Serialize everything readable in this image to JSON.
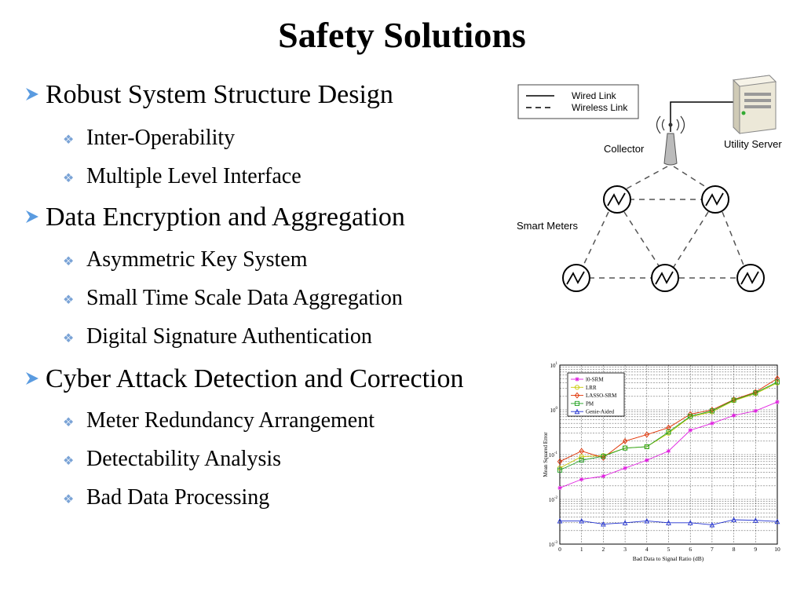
{
  "slide": {
    "title": "Safety Solutions",
    "bullets": [
      {
        "text": "Robust System Structure Design",
        "sub": [
          "Inter-Operability",
          "Multiple Level Interface"
        ]
      },
      {
        "text": "Data Encryption and Aggregation",
        "sub": [
          "Asymmetric Key System",
          "Small Time Scale Data Aggregation",
          "Digital Signature Authentication"
        ]
      },
      {
        "text": "Cyber Attack Detection and Correction",
        "sub": [
          "Meter Redundancy Arrangement",
          "Detectability Analysis",
          "Bad Data Processing"
        ]
      }
    ]
  },
  "diagram": {
    "legend_wired": "Wired Link",
    "legend_wireless": "Wireless Link",
    "collector": "Collector",
    "server": "Utility Server",
    "meters": "Smart Meters"
  },
  "chart_data": {
    "type": "line",
    "xlabel": "Bad Data to Signal Ratio (dB)",
    "ylabel": "Mean Squared Error",
    "x": [
      0,
      1,
      2,
      3,
      4,
      5,
      6,
      7,
      8,
      9,
      10
    ],
    "xlim": [
      0,
      10
    ],
    "ylim": [
      0.001,
      10
    ],
    "yscale": "log",
    "y_tick_labels": [
      "10^1",
      "10^0",
      "10^-1",
      "10^-2",
      "10^-3"
    ],
    "legend_position": "top-left",
    "series": [
      {
        "name": "l0-SRM",
        "color": "#e020e0",
        "marker": "star",
        "values": [
          0.018,
          0.028,
          0.033,
          0.05,
          0.075,
          0.12,
          0.35,
          0.5,
          0.75,
          0.95,
          1.5
        ]
      },
      {
        "name": "LRR",
        "color": "#c8c800",
        "marker": "circle",
        "values": [
          0.05,
          0.09,
          0.095,
          0.14,
          0.15,
          0.3,
          0.7,
          0.9,
          1.6,
          2.3,
          4.0
        ]
      },
      {
        "name": "LASSO-SRM",
        "color": "#e03000",
        "marker": "diamond",
        "values": [
          0.07,
          0.12,
          0.085,
          0.2,
          0.28,
          0.4,
          0.8,
          1.0,
          1.7,
          2.5,
          5.0
        ]
      },
      {
        "name": "PM",
        "color": "#20a020",
        "marker": "square",
        "values": [
          0.045,
          0.075,
          0.092,
          0.14,
          0.15,
          0.32,
          0.72,
          0.95,
          1.65,
          2.4,
          4.2
        ]
      },
      {
        "name": "Genie-Aided",
        "color": "#2030d0",
        "marker": "triangle",
        "values": [
          0.0033,
          0.0033,
          0.0028,
          0.003,
          0.0033,
          0.003,
          0.003,
          0.0027,
          0.0035,
          0.0034,
          0.0032
        ]
      }
    ]
  }
}
